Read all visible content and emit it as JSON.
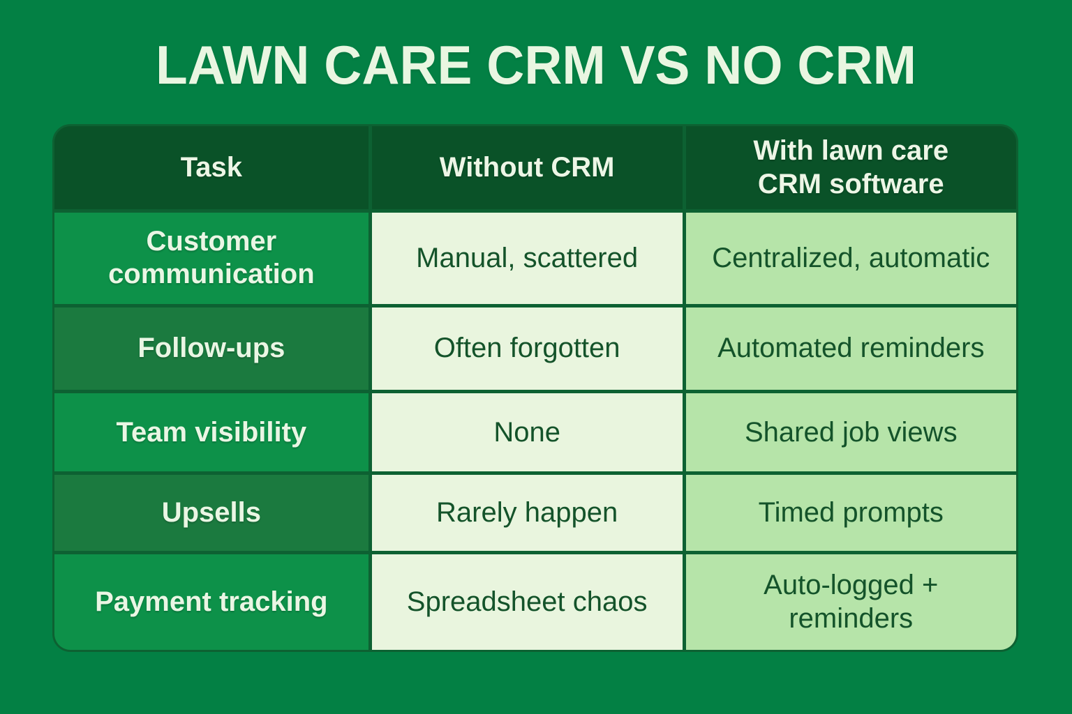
{
  "title": "LAWN CARE CRM VS NO CRM",
  "table": {
    "headers": {
      "task": "Task",
      "without": "Without CRM",
      "with": "With lawn care\nCRM software"
    },
    "rows": [
      {
        "task": "Customer\ncommunication",
        "without": "Manual, scattered",
        "with": "Centralized, automatic"
      },
      {
        "task": "Follow-ups",
        "without": "Often forgotten",
        "with": "Automated reminders"
      },
      {
        "task": "Team visibility",
        "without": "None",
        "with": "Shared job views"
      },
      {
        "task": "Upsells",
        "without": "Rarely happen",
        "with": "Timed prompts"
      },
      {
        "task": "Payment tracking",
        "without": "Spreadsheet chaos",
        "with": "Auto-logged +\nreminders"
      }
    ]
  },
  "colors": {
    "page_background": "#038044",
    "header_cell": "#0a5228",
    "task_cell_bright": "#0d9149",
    "task_cell_dark": "#1b7a3f",
    "without_cell": "#e9f5de",
    "with_cell": "#b6e4a9",
    "separator": "#0d6132",
    "light_text": "#edf6e6",
    "dark_text": "#14532a"
  },
  "chart_data": {
    "type": "table",
    "title": "LAWN CARE CRM VS NO CRM",
    "columns": [
      "Task",
      "Without CRM",
      "With lawn care CRM software"
    ],
    "rows": [
      [
        "Customer communication",
        "Manual, scattered",
        "Centralized, automatic"
      ],
      [
        "Follow-ups",
        "Often forgotten",
        "Automated reminders"
      ],
      [
        "Team visibility",
        "None",
        "Shared job views"
      ],
      [
        "Upsells",
        "Rarely happen",
        "Timed prompts"
      ],
      [
        "Payment tracking",
        "Spreadsheet chaos",
        "Auto-logged + reminders"
      ]
    ],
    "legend_position": "none",
    "grid": true
  }
}
